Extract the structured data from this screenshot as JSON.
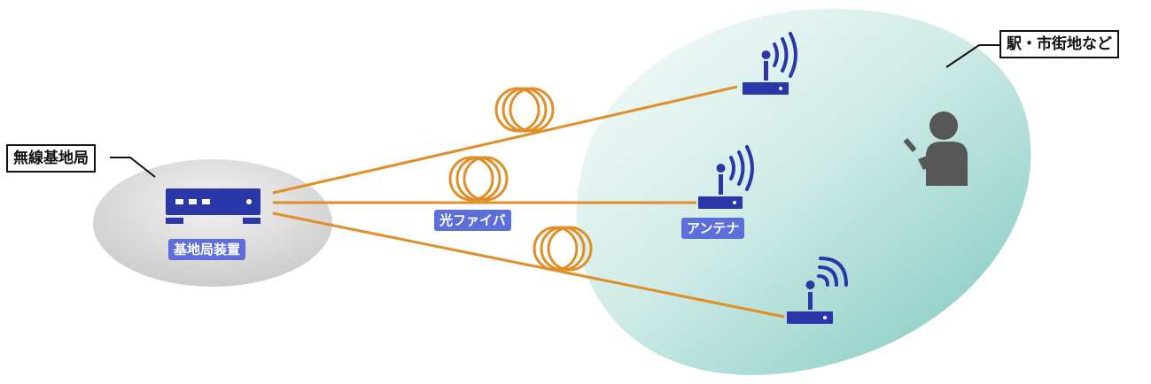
{
  "labels": {
    "station_area": "駅・市街地など",
    "base_station": "無線基地局",
    "base_station_equipment": "基地局装置",
    "optical_fiber": "光ファイバ",
    "antenna": "アンテナ"
  },
  "colors": {
    "fiber": "#e08e28",
    "device": "#2b36a8",
    "label_bg": "#5c6fd8",
    "coverage": "#8fd0c8",
    "person": "#575757"
  },
  "icons": [
    "base-station-device-icon",
    "antenna-icon",
    "fiber-coil-icon",
    "person-with-phone-icon"
  ]
}
